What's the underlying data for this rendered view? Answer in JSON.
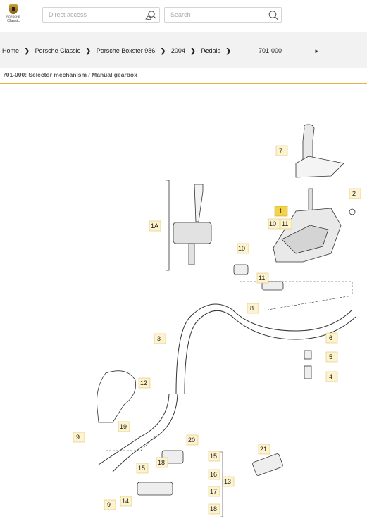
{
  "header": {
    "logo_brand": "PORSCHE",
    "logo_sub": "Classic",
    "direct_access_placeholder": "Direct access",
    "search_placeholder": "Search"
  },
  "breadcrumb": {
    "items": [
      "Home",
      "Porsche Classic",
      "Porsche Boxster 986",
      "2004",
      "Pedals"
    ],
    "separator": "❯",
    "prev_symbol": "◄",
    "next_symbol": "►",
    "part_number": "701-000"
  },
  "page": {
    "title": "701-000: Selector mechanism / Manual gearbox"
  },
  "diagram": {
    "callouts": [
      "1",
      "1A",
      "2",
      "3",
      "4",
      "5",
      "6",
      "7",
      "8",
      "9",
      "9",
      "10",
      "10",
      "11",
      "11",
      "12",
      "13",
      "14",
      "15",
      "15",
      "16",
      "17",
      "18",
      "18",
      "19",
      "20",
      "21"
    ],
    "highlight_color": "#f4d24a",
    "callout_color": "#fdf3cf",
    "accent_color": "#e3b53a"
  }
}
